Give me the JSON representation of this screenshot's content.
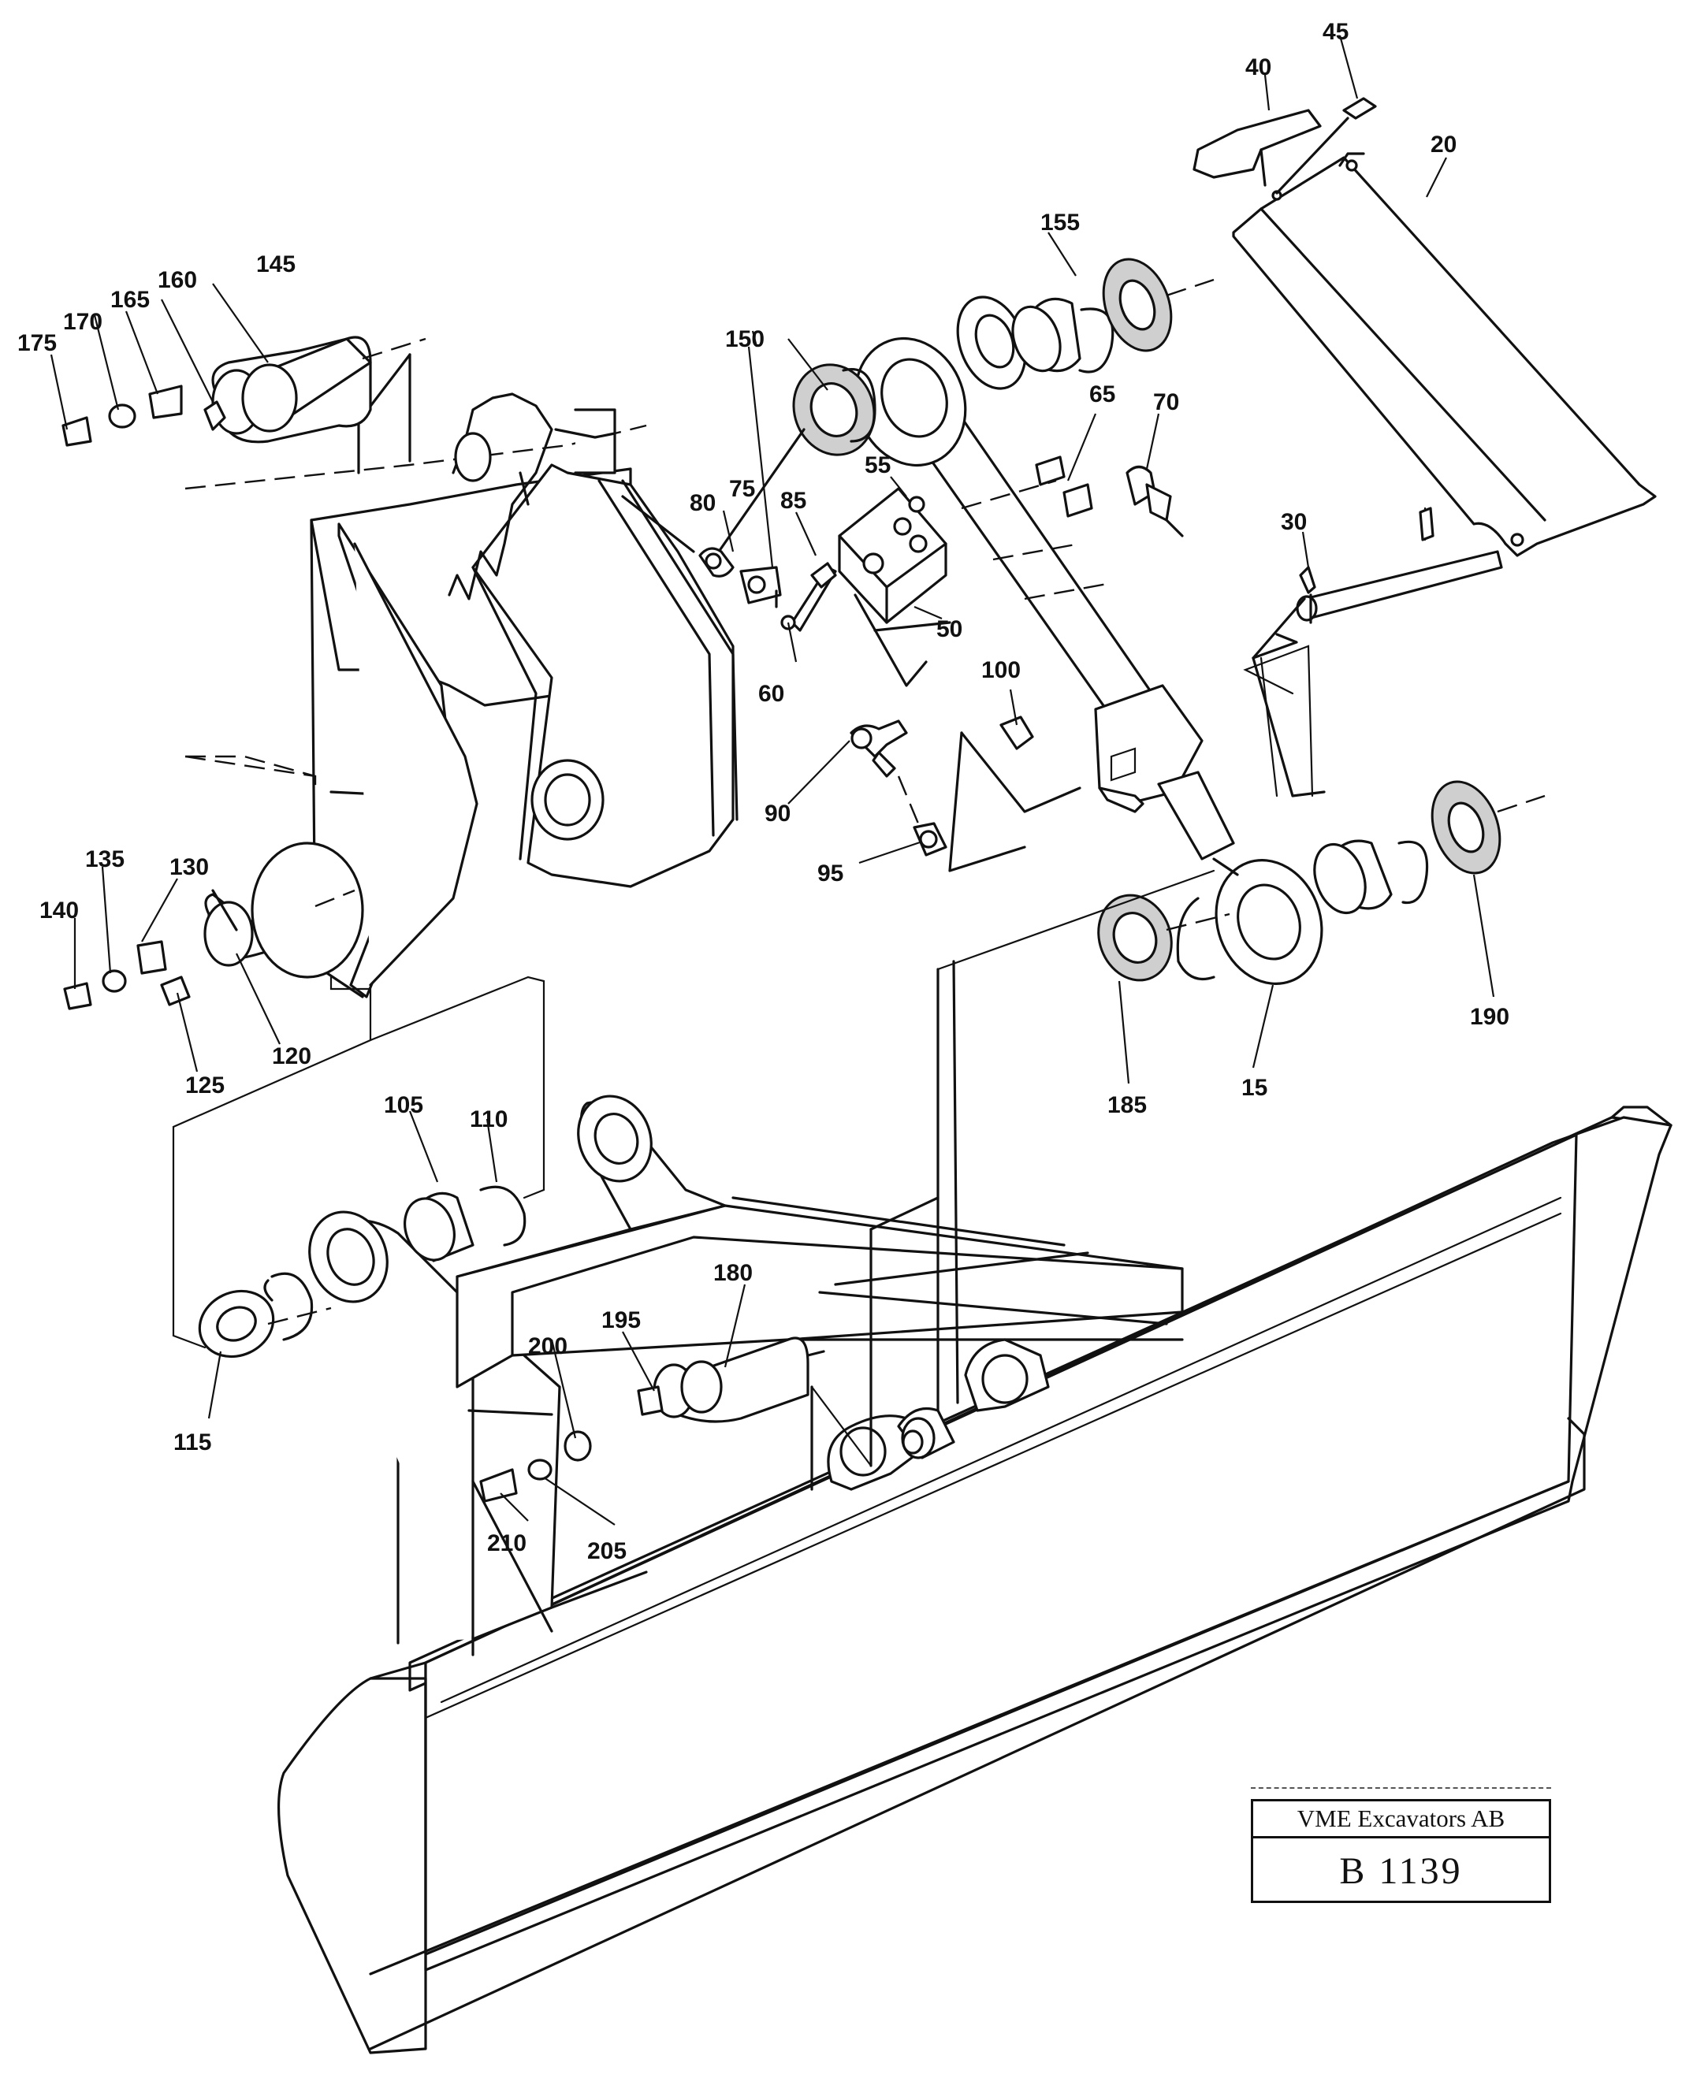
{
  "title_block": {
    "company": "VME Excavators AB",
    "drawing_number": "B 1139"
  },
  "callouts": {
    "c15": "15",
    "c20": "20",
    "c30": "30",
    "c40": "40",
    "c45": "45",
    "c50": "50",
    "c55": "55",
    "c60": "60",
    "c65": "65",
    "c70": "70",
    "c75": "75",
    "c80": "80",
    "c85": "85",
    "c90": "90",
    "c95": "95",
    "c100": "100",
    "c105": "105",
    "c110": "110",
    "c115": "115",
    "c120": "120",
    "c125": "125",
    "c130": "130",
    "c135": "135",
    "c140": "140",
    "c145": "145",
    "c150": "150",
    "c155": "155",
    "c160": "160",
    "c165": "165",
    "c170": "170",
    "c175": "175",
    "c180": "180",
    "c185": "185",
    "c190": "190",
    "c195": "195",
    "c200": "200",
    "c205": "205",
    "c210": "210"
  }
}
